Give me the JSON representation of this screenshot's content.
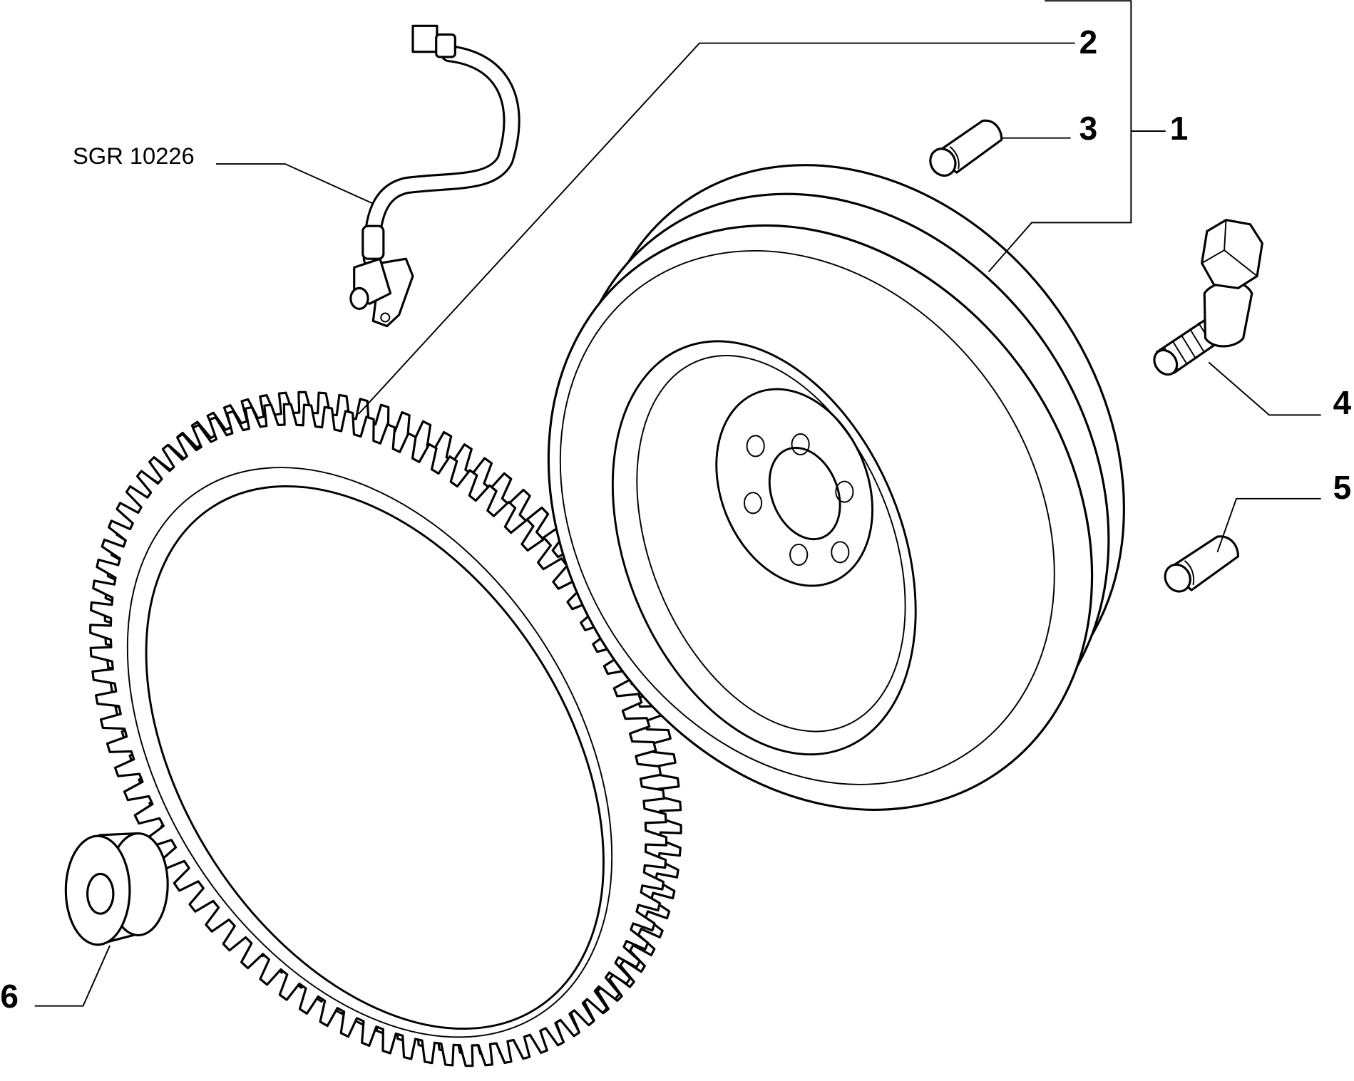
{
  "callouts": {
    "part_1": "1",
    "part_2": "2",
    "part_3": "3",
    "part_4": "4",
    "part_5": "5",
    "part_6": "6",
    "sensor_code": "SGR 10226"
  }
}
